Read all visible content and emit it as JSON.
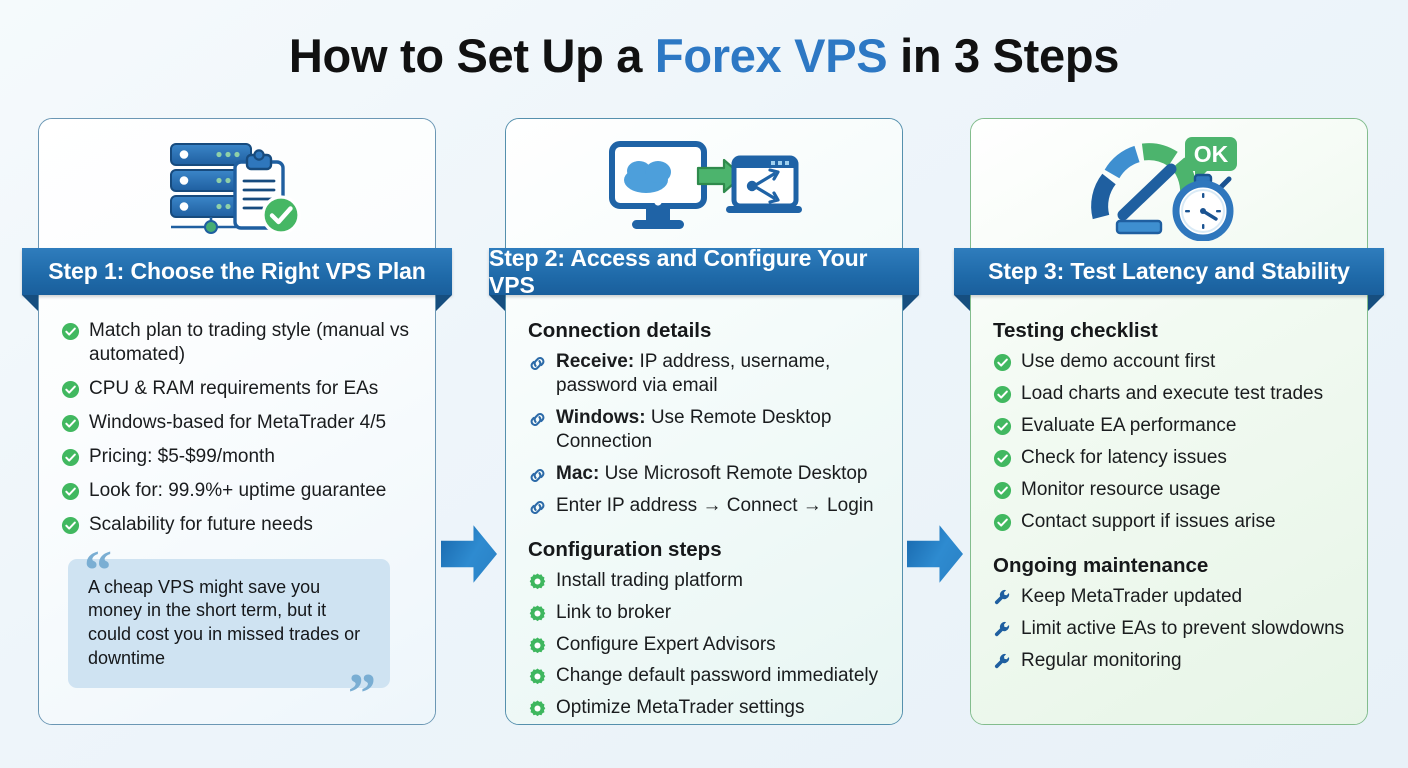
{
  "title": {
    "before": "How to Set Up a ",
    "accent": "Forex VPS",
    "after": " in 3 Steps"
  },
  "colors": {
    "banner_blue": "#1f6aa9",
    "accent_blue": "#2d78c4",
    "check_green": "#41b860",
    "gear_green": "#3fb75f",
    "link_blue": "#2c6aa8",
    "wrench_blue": "#1f5f9e",
    "quote_bg": "#cfe3f2",
    "arrow_blue": "#2e8bd0"
  },
  "cards": [
    {
      "id": "step-1",
      "banner": "Step 1: Choose the Right VPS Plan",
      "illustration": "server-rack-clipboard-check-icon",
      "sections": [
        {
          "heading": null,
          "icon": "check-circle-icon",
          "items": [
            {
              "text": "Match plan to trading style (manual vs automated)"
            },
            {
              "text": "CPU & RAM requirements for EAs"
            },
            {
              "text": "Windows-based for MetaTrader 4/5"
            },
            {
              "text": "Pricing: $5-$99/month"
            },
            {
              "text": "Look for: 99.9%+ uptime guarantee"
            },
            {
              "text": "Scalability for future needs"
            }
          ]
        }
      ],
      "quote": "A cheap VPS might save you money in the short term, but it could cost you in missed trades or downtime"
    },
    {
      "id": "step-2",
      "banner": "Step 2: Access and Configure Your VPS",
      "illustration": "cloud-monitor-transfer-laptop-icon",
      "sections": [
        {
          "heading": "Connection details",
          "icon": "link-icon",
          "items": [
            {
              "label": "Receive:",
              "text": " IP address, username, password via email"
            },
            {
              "label": "Windows:",
              "text": " Use Remote Desktop Connection"
            },
            {
              "label": "Mac:",
              "text": " Use Microsoft Remote Desktop"
            },
            {
              "label": null,
              "text": "Enter IP address → Connect → Login"
            }
          ]
        },
        {
          "heading": "Configuration steps",
          "icon": "gear-icon",
          "items": [
            {
              "text": "Install trading platform"
            },
            {
              "text": "Link to broker"
            },
            {
              "text": "Configure Expert Advisors"
            },
            {
              "text": "Change default password immediately"
            },
            {
              "text": "Optimize MetaTrader settings"
            }
          ]
        }
      ],
      "quote": null
    },
    {
      "id": "step-3",
      "banner": "Step 3: Test Latency and Stability",
      "illustration": "speedometer-stopwatch-ok-icon",
      "sections": [
        {
          "heading": "Testing checklist",
          "icon": "check-circle-icon",
          "items": [
            {
              "text": "Use demo account first"
            },
            {
              "text": "Load charts and execute test trades"
            },
            {
              "text": "Evaluate EA performance"
            },
            {
              "text": "Check for latency issues"
            },
            {
              "text": "Monitor resource usage"
            },
            {
              "text": "Contact support if issues arise"
            }
          ]
        },
        {
          "heading": "Ongoing maintenance",
          "icon": "wrench-icon",
          "items": [
            {
              "text": "Keep MetaTrader updated"
            },
            {
              "text": "Limit active EAs to prevent slowdowns"
            },
            {
              "text": "Regular monitoring"
            }
          ]
        }
      ],
      "quote": null
    }
  ],
  "illustration_labels": {
    "ok_badge": "OK"
  }
}
